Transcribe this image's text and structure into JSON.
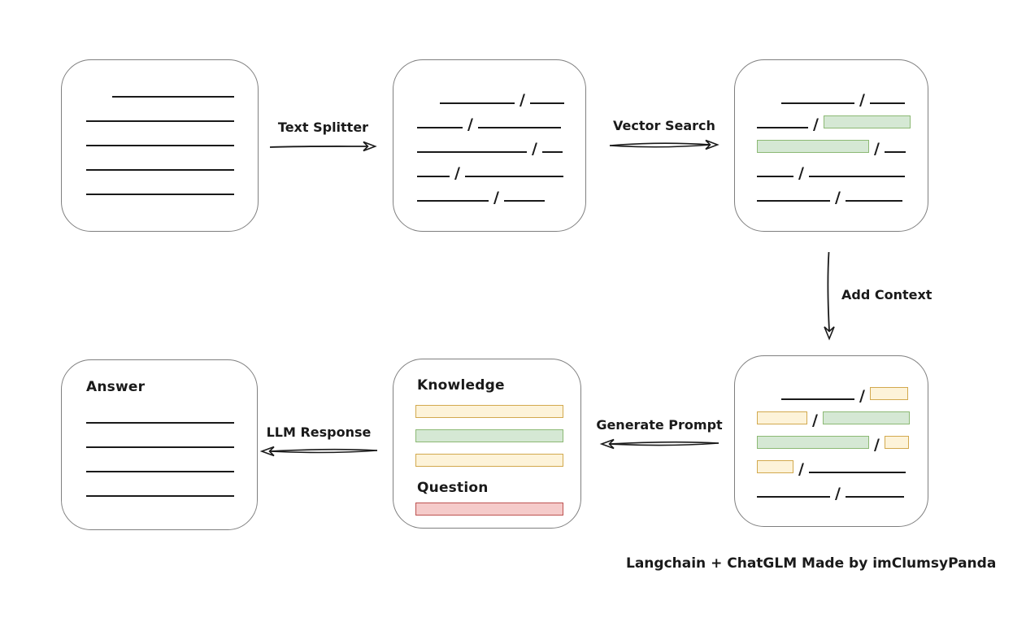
{
  "diagram": {
    "caption": "Langchain + ChatGLM Made by imClumsyPanda",
    "arrows": {
      "text_splitter": "Text Splitter",
      "vector_search": "Vector Search",
      "add_context": "Add Context",
      "generate_prompt": "Generate Prompt",
      "llm_response": "LLM Response"
    },
    "colors": {
      "box_border": "#7f7f7f",
      "line": "#1a1a1a",
      "green_fill": "#d5e8d4",
      "green_border": "#8cb974",
      "yellow_fill": "#fdf3d9",
      "yellow_border": "#d2a94e",
      "red_fill": "#f5cbca",
      "red_border": "#bd5250"
    },
    "nodes": {
      "document": {
        "rows": [
          {
            "indent": 32,
            "segs": [
              {
                "kind": "line",
                "w": 150
              }
            ]
          },
          {
            "indent": 0,
            "segs": [
              {
                "kind": "line",
                "w": 182
              }
            ]
          },
          {
            "indent": 0,
            "segs": [
              {
                "kind": "line",
                "w": 182
              }
            ]
          },
          {
            "indent": 0,
            "segs": [
              {
                "kind": "line",
                "w": 182
              }
            ]
          },
          {
            "indent": 0,
            "segs": [
              {
                "kind": "line",
                "w": 182
              }
            ]
          }
        ]
      },
      "chunks": {
        "rows": [
          {
            "indent": 28,
            "segs": [
              {
                "kind": "line",
                "w": 92
              },
              {
                "kind": "line",
                "w": 42
              }
            ]
          },
          {
            "indent": 0,
            "segs": [
              {
                "kind": "line",
                "w": 56
              },
              {
                "kind": "line",
                "w": 102
              }
            ]
          },
          {
            "indent": 0,
            "segs": [
              {
                "kind": "line",
                "w": 135
              },
              {
                "kind": "line",
                "w": 25
              }
            ]
          },
          {
            "indent": 0,
            "segs": [
              {
                "kind": "line",
                "w": 40
              },
              {
                "kind": "line",
                "w": 121
              }
            ]
          },
          {
            "indent": 0,
            "segs": [
              {
                "kind": "line",
                "w": 88
              },
              {
                "kind": "line",
                "w": 50
              }
            ]
          }
        ]
      },
      "vector_result": {
        "rows": [
          {
            "indent": 30,
            "segs": [
              {
                "kind": "line",
                "w": 90
              },
              {
                "kind": "line",
                "w": 43
              }
            ]
          },
          {
            "indent": 0,
            "segs": [
              {
                "kind": "line",
                "w": 63
              },
              {
                "kind": "green",
                "w": 107
              }
            ]
          },
          {
            "indent": 0,
            "segs": [
              {
                "kind": "green",
                "w": 138
              },
              {
                "kind": "line",
                "w": 26
              }
            ]
          },
          {
            "indent": 0,
            "segs": [
              {
                "kind": "line",
                "w": 45
              },
              {
                "kind": "line",
                "w": 118
              }
            ]
          },
          {
            "indent": 0,
            "segs": [
              {
                "kind": "line",
                "w": 90
              },
              {
                "kind": "line",
                "w": 70
              }
            ]
          }
        ]
      },
      "context_result": {
        "rows": [
          {
            "indent": 30,
            "segs": [
              {
                "kind": "line",
                "w": 90
              },
              {
                "kind": "yellow",
                "w": 47
              }
            ]
          },
          {
            "indent": 0,
            "segs": [
              {
                "kind": "yellow",
                "w": 62
              },
              {
                "kind": "green",
                "w": 107
              }
            ]
          },
          {
            "indent": 0,
            "segs": [
              {
                "kind": "green",
                "w": 138
              },
              {
                "kind": "yellow",
                "w": 30
              }
            ]
          },
          {
            "indent": 0,
            "segs": [
              {
                "kind": "yellow",
                "w": 45
              },
              {
                "kind": "line",
                "w": 119
              }
            ]
          },
          {
            "indent": 0,
            "segs": [
              {
                "kind": "line",
                "w": 90
              },
              {
                "kind": "line",
                "w": 72
              }
            ]
          }
        ]
      },
      "prompt": {
        "knowledge_label": "Knowledge",
        "question_label": "Question",
        "knowledge_bars": [
          {
            "indent": 0,
            "segs": [
              {
                "kind": "yellow",
                "w": 182
              }
            ]
          },
          {
            "indent": 0,
            "segs": [
              {
                "kind": "green",
                "w": 182
              }
            ]
          },
          {
            "indent": 0,
            "segs": [
              {
                "kind": "yellow",
                "w": 182
              }
            ]
          }
        ],
        "question_bars": [
          {
            "indent": 0,
            "segs": [
              {
                "kind": "red",
                "w": 182
              }
            ]
          }
        ]
      },
      "answer": {
        "label": "Answer",
        "rows": [
          {
            "indent": 0,
            "segs": [
              {
                "kind": "line",
                "w": 182
              }
            ]
          },
          {
            "indent": 0,
            "segs": [
              {
                "kind": "line",
                "w": 182
              }
            ]
          },
          {
            "indent": 0,
            "segs": [
              {
                "kind": "line",
                "w": 182
              }
            ]
          },
          {
            "indent": 0,
            "segs": [
              {
                "kind": "line",
                "w": 182
              }
            ]
          }
        ]
      }
    }
  }
}
